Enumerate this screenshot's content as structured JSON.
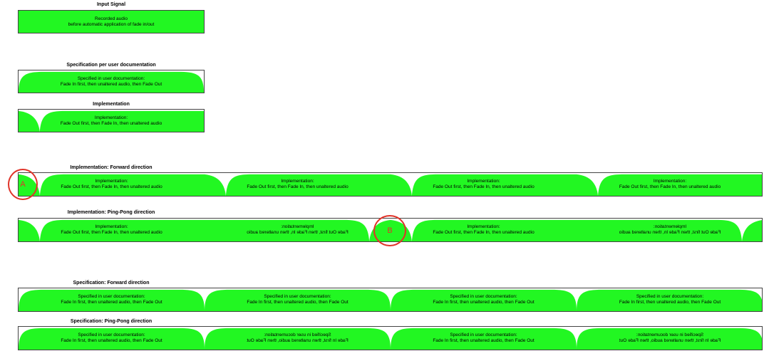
{
  "colors": {
    "signal": "#22f722",
    "border": "#444444",
    "marker": "#e0342a"
  },
  "input_signal": {
    "title": "Input Signal",
    "line1": "Recorded audio",
    "line2": "before automatic application of fade in/out"
  },
  "spec_doc": {
    "title": "Specification per user documentation",
    "line1": "Specified in user documentation:",
    "line2": "Fade In first, then unaltered audio, then Fade Out"
  },
  "implementation": {
    "title": "Implementation",
    "line1": "Implementation:",
    "line2": "Fade Out first, then Fade In, then unaltered audio"
  },
  "impl_forward": {
    "title": "Implementation: Forward direction"
  },
  "impl_pingpong": {
    "title": "Implementation: Ping-Pong direction"
  },
  "spec_forward": {
    "title": "Specification: Forward direction"
  },
  "spec_pingpong": {
    "title": "Specification: Ping-Pong direction"
  },
  "markers": {
    "a": "A",
    "b": "B"
  }
}
